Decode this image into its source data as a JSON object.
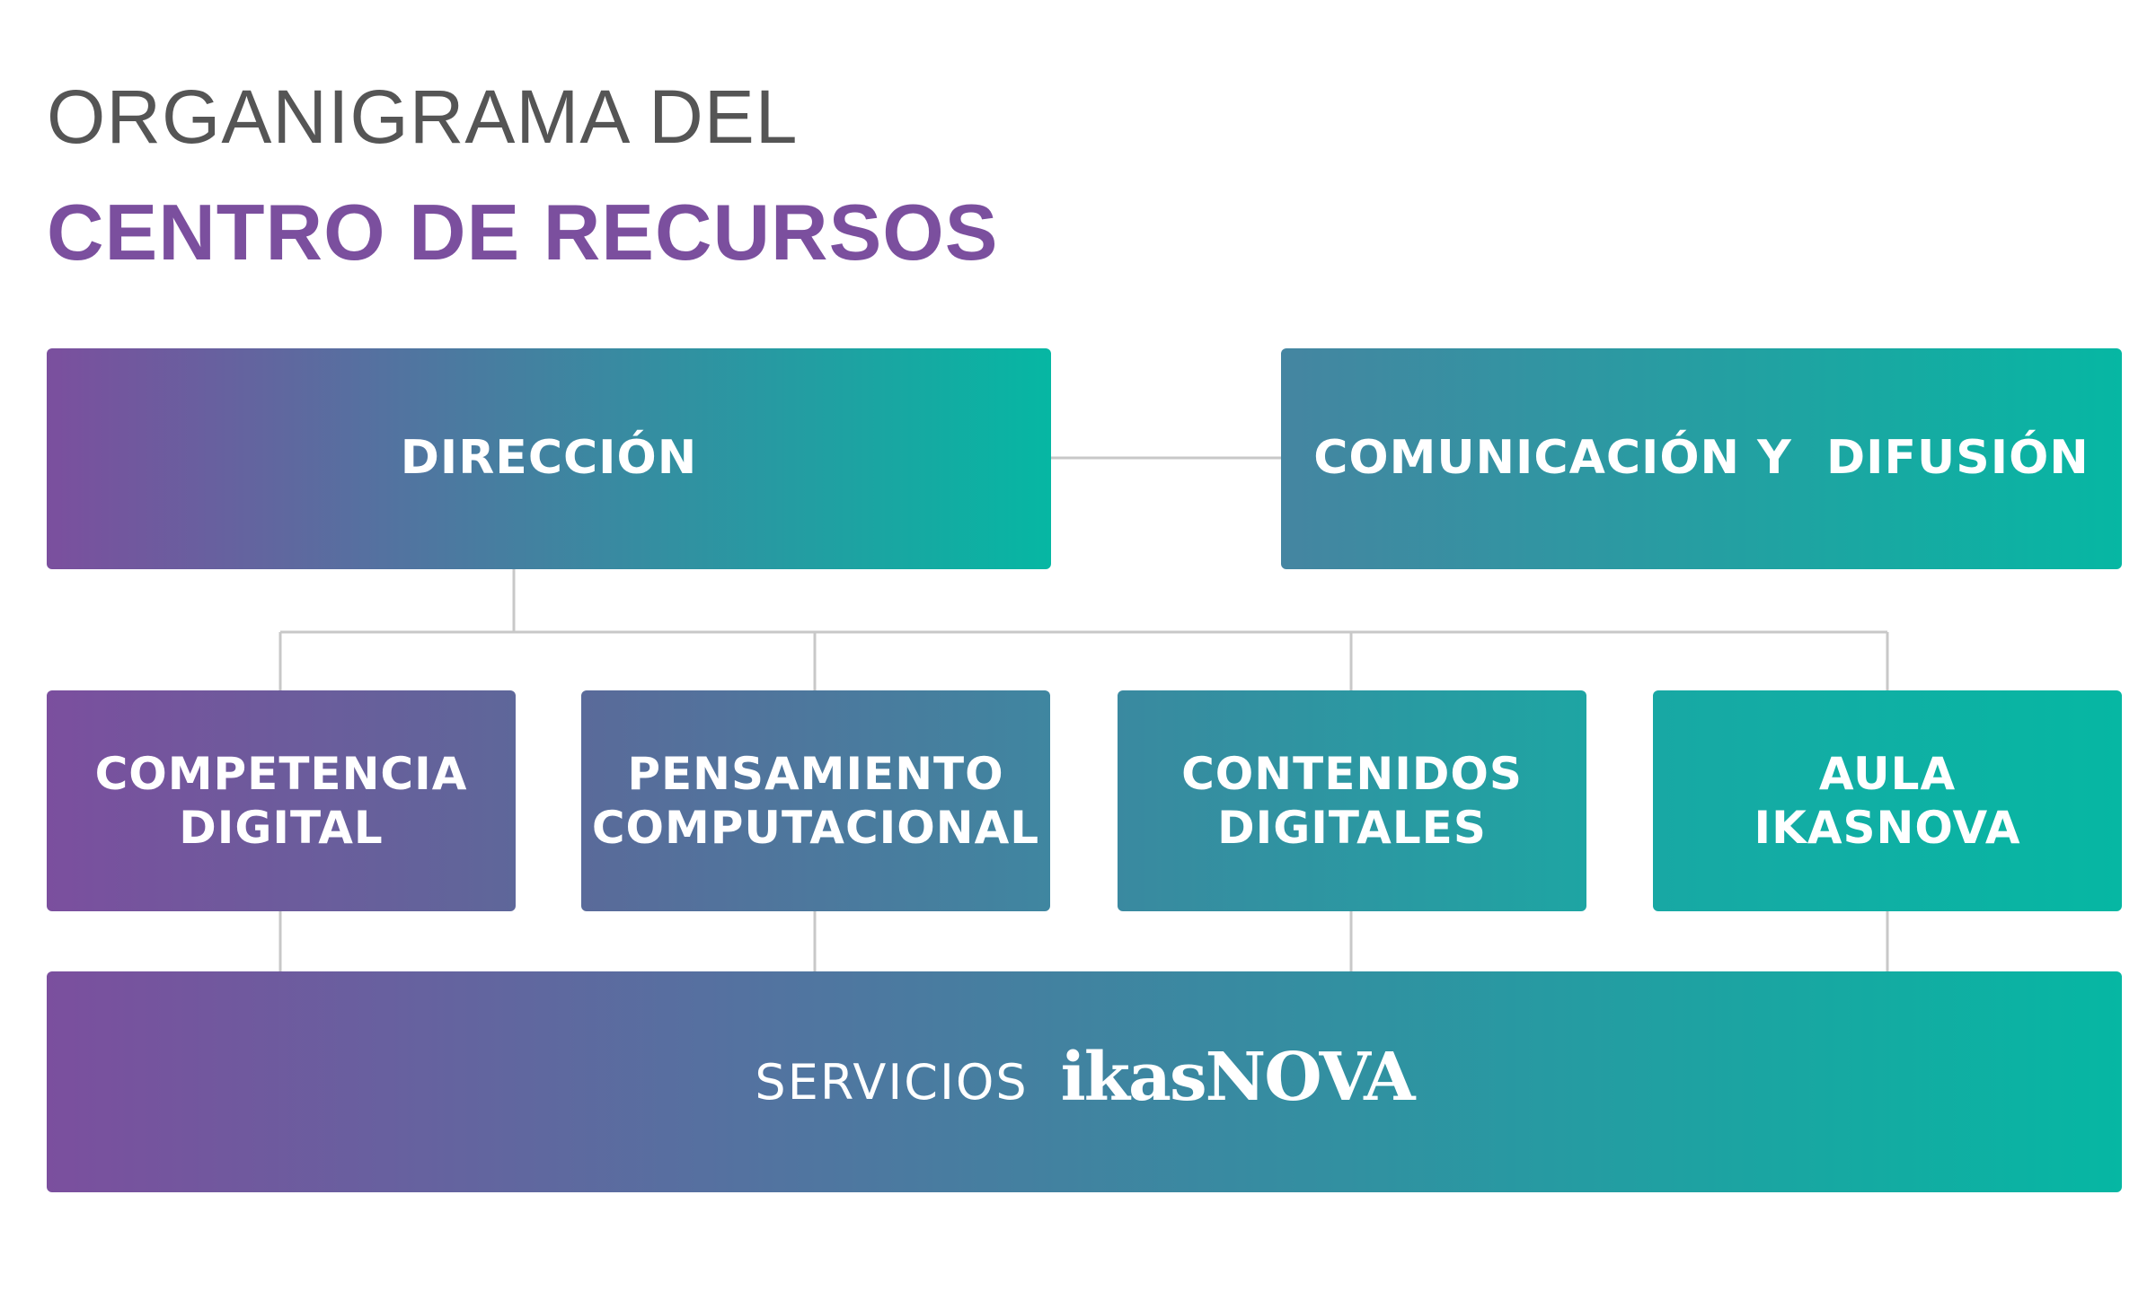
{
  "title": {
    "line1": "ORGANIGRAMA DEL",
    "line2": "CENTRO DE RECURSOS"
  },
  "colors": {
    "purple": "#7b4f9e",
    "teal": "#06b7a3",
    "title_gray": "#555555",
    "connector": "#c8c8c8"
  },
  "top_row": {
    "direccion": "DIRECCIÓN",
    "comunicacion": "COMUNICACIÓN Y  DIFUSIÓN"
  },
  "areas": [
    {
      "label": "COMPETENCIA\nDIGITAL"
    },
    {
      "label": "PENSAMIENTO\nCOMPUTACIONAL"
    },
    {
      "label": "CONTENIDOS\nDIGITALES"
    },
    {
      "label": "AULA\nIKASNOVA"
    }
  ],
  "bottom": {
    "label": "SERVICIOS",
    "logo_text": "ikasNOVA"
  }
}
